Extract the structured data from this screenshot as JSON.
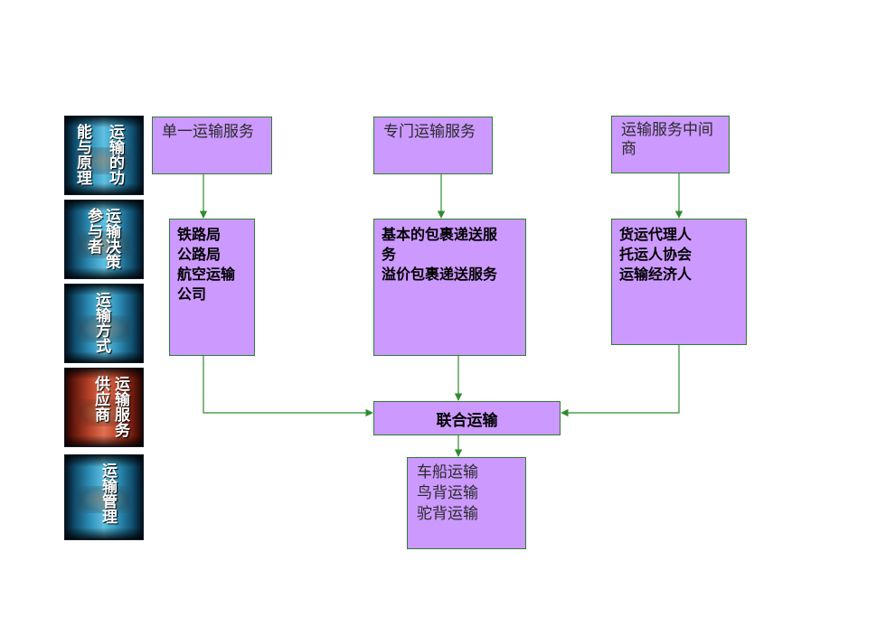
{
  "nav": {
    "items": [
      {
        "id": "functions",
        "cols": [
          "运输的功",
          "能与原理"
        ]
      },
      {
        "id": "participants",
        "cols": [
          "运输决策",
          "参与者"
        ]
      },
      {
        "id": "modes",
        "cols": [
          "运输方式"
        ]
      },
      {
        "id": "suppliers",
        "cols": [
          "运输服务",
          "供应商"
        ]
      },
      {
        "id": "management",
        "cols": [
          "运输管理"
        ]
      }
    ]
  },
  "diagram": {
    "single_service": {
      "label": "单一运输服务"
    },
    "special_service": {
      "label": "专门运输服务"
    },
    "intermediary": {
      "lines": [
        "运输服务中间",
        "商"
      ]
    },
    "single_examples": {
      "lines": [
        "铁路局",
        "公路局",
        "航空运输",
        "公司"
      ]
    },
    "special_examples": {
      "lines": [
        "基本的包裹递送服",
        "务",
        "溢价包裹递送服务"
      ]
    },
    "intermediary_examples": {
      "lines": [
        "货运代理人",
        "托运人协会",
        "运输经济人"
      ]
    },
    "intermodal": {
      "label": "联合运输"
    },
    "intermodal_examples": {
      "lines": [
        "车船运输",
        "鸟背运输",
        "驼背运输"
      ]
    }
  },
  "colors": {
    "box_fill": "#cc99ff",
    "box_border": "#2e7d32",
    "connector": "#2e8b2e"
  }
}
